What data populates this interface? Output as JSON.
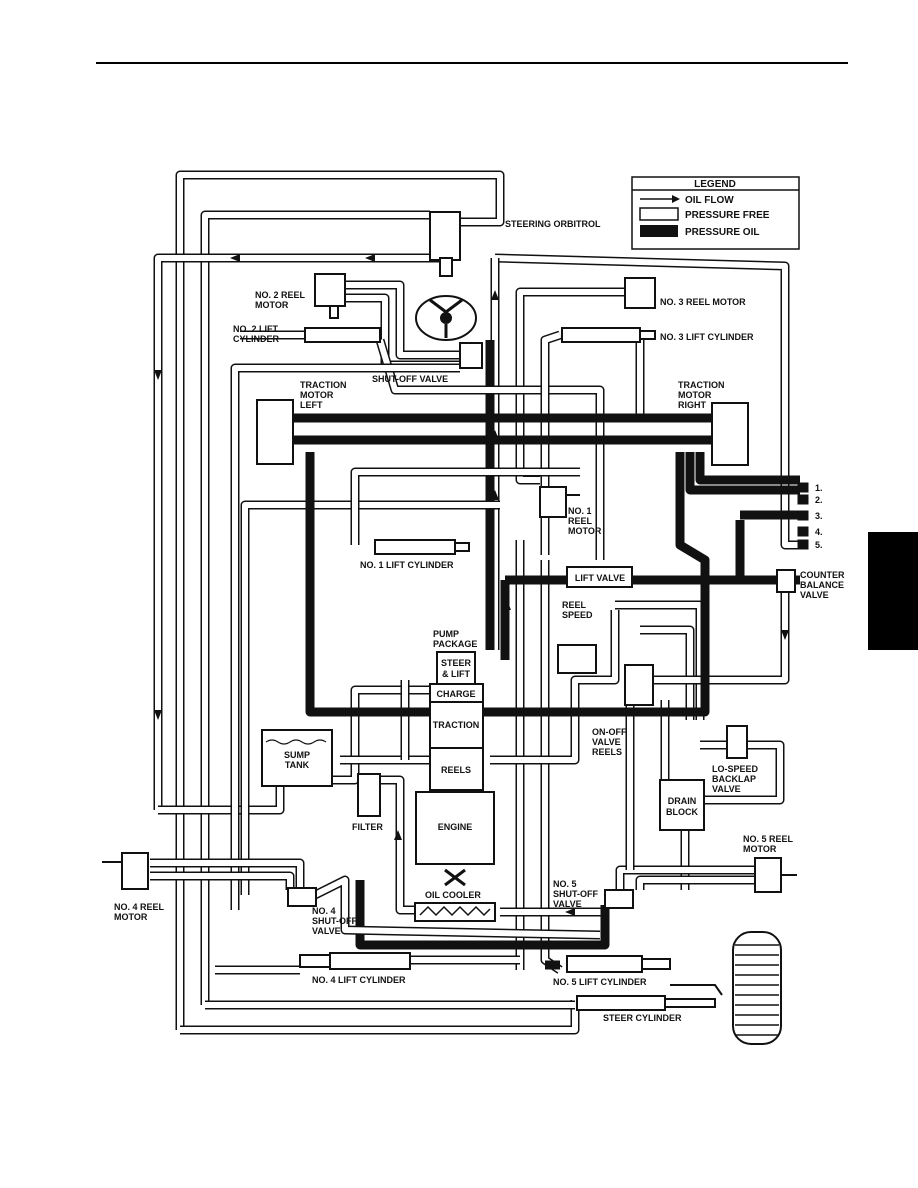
{
  "legend": {
    "title": "LEGEND",
    "items": [
      {
        "label": "OIL FLOW",
        "symbol": "arrow"
      },
      {
        "label": "PRESSURE FREE",
        "symbol": "open-box"
      },
      {
        "label": "PRESSURE OIL",
        "symbol": "filled-box"
      }
    ]
  },
  "labels": {
    "steering_orbitrol": "STEERING ORBITROL",
    "no2_reel_motor_l1": "NO. 2 REEL",
    "no2_reel_motor_l2": "MOTOR",
    "no3_reel_motor": "NO. 3 REEL MOTOR",
    "no2_lift_cyl_l1": "NO. 2 LIFT",
    "no2_lift_cyl_l2": "CYLINDER",
    "no3_lift_cyl": "NO. 3 LIFT CYLINDER",
    "shutoff_valve": "SHUT-OFF VALVE",
    "traction_left_l1": "TRACTION",
    "traction_left_l2": "MOTOR",
    "traction_left_l3": "LEFT",
    "traction_right_l1": "TRACTION",
    "traction_right_l2": "MOTOR",
    "traction_right_l3": "RIGHT",
    "no1_reel_l1": "NO. 1",
    "no1_reel_l2": "REEL",
    "no1_reel_l3": "MOTOR",
    "no1_lift_cyl": "NO. 1 LIFT CYLINDER",
    "lift_valve": "LIFT VALVE",
    "reel_speed_l1": "REEL",
    "reel_speed_l2": "SPEED",
    "pump_package_l1": "PUMP",
    "pump_package_l2": "PACKAGE",
    "steer_lift_l1": "STEER",
    "steer_lift_l2": "& LIFT",
    "charge": "CHARGE",
    "traction": "TRACTION",
    "reels": "REELS",
    "engine": "ENGINE",
    "sump_tank_l1": "SUMP",
    "sump_tank_l2": "TANK",
    "filter": "FILTER",
    "oil_cooler": "OIL COOLER",
    "onoff_l1": "ON-OFF",
    "onoff_l2": "VALVE",
    "onoff_l3": "REELS",
    "lospeed_l1": "LO-SPEED",
    "lospeed_l2": "BACKLAP",
    "lospeed_l3": "VALVE",
    "drain_l1": "DRAIN",
    "drain_l2": "BLOCK",
    "counter_l1": "COUNTER",
    "counter_l2": "BALANCE",
    "counter_l3": "VALVE",
    "no5_reel_l1": "NO. 5 REEL",
    "no5_reel_l2": "MOTOR",
    "no5_shutoff_l1": "NO. 5",
    "no5_shutoff_l2": "SHUT-OFF",
    "no5_shutoff_l3": "VALVE",
    "no4_reel_l1": "NO. 4 REEL",
    "no4_reel_l2": "MOTOR",
    "no4_shutoff_l1": "NO. 4",
    "no4_shutoff_l2": "SHUT-OFF",
    "no4_shutoff_l3": "VALVE",
    "no4_lift_cyl": "NO. 4 LIFT CYLINDER",
    "no5_lift_cyl": "NO. 5 LIFT CYLINDER",
    "steer_cyl": "STEER CYLINDER",
    "port1": "1.",
    "port2": "2.",
    "port3": "3.",
    "port4": "4.",
    "port5": "5."
  }
}
